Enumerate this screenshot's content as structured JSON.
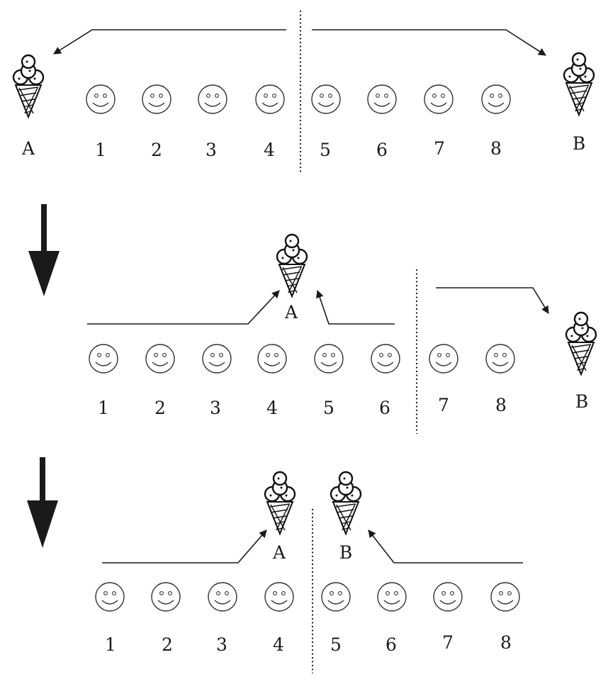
{
  "panels": [
    {
      "id": "top",
      "stand_labels": [
        "A",
        "B"
      ],
      "customer_labels": [
        "1",
        "2",
        "3",
        "4",
        "5",
        "6",
        "7",
        "8"
      ]
    },
    {
      "id": "middle",
      "stand_labels": [
        "A",
        "B"
      ],
      "customer_labels": [
        "1",
        "2",
        "3",
        "4",
        "5",
        "6",
        "7",
        "8"
      ]
    },
    {
      "id": "bottom",
      "stand_labels": [
        "A",
        "B"
      ],
      "customer_labels": [
        "1",
        "2",
        "3",
        "4",
        "5",
        "6",
        "7",
        "8"
      ]
    }
  ],
  "colors": {
    "ink": "#1a1a1a",
    "background": "#ffffff",
    "face_stroke": "#333333"
  },
  "icons": {
    "stand": "ice-cream-cone-icon",
    "customer": "smiley-face-icon",
    "transition": "down-arrow-icon"
  }
}
